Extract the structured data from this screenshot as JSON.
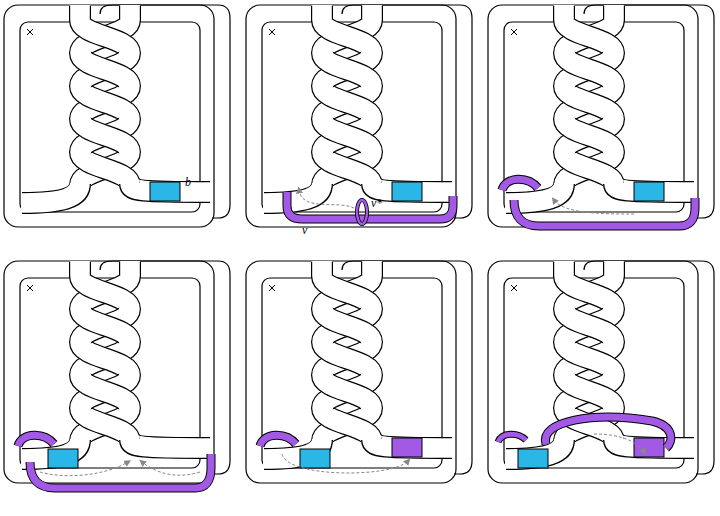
{
  "diagram": {
    "labels": [
      "b",
      "v",
      "v*"
    ]
  }
}
